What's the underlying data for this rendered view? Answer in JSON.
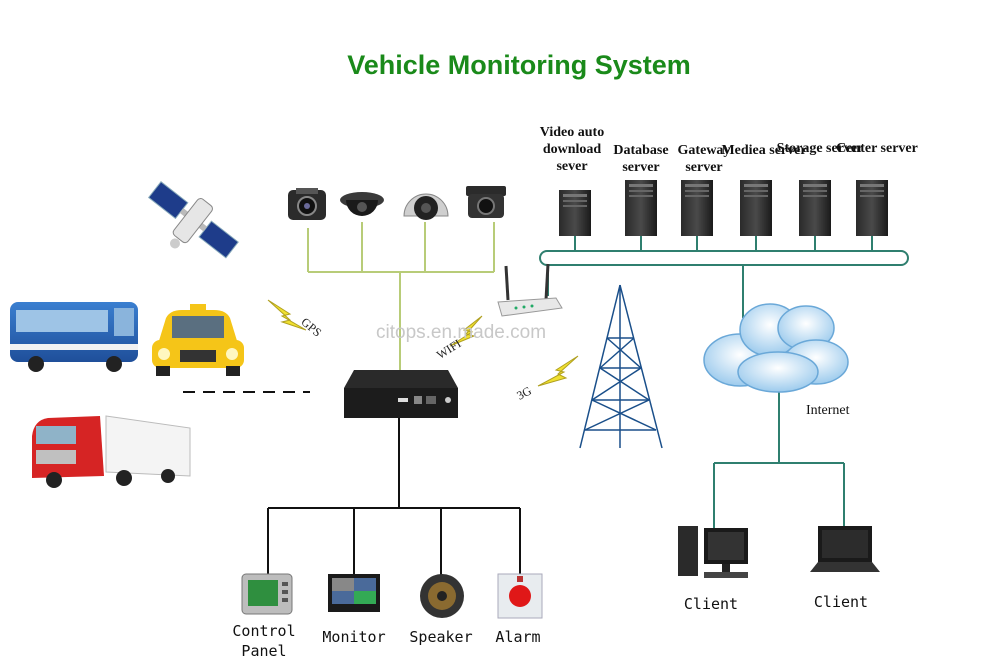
{
  "title": "Vehicle Monitoring System",
  "watermark": "citops.en.made.com",
  "servers": [
    {
      "label": "Video auto download sever",
      "icon": "server-icon"
    },
    {
      "label": "Database server",
      "icon": "server-icon"
    },
    {
      "label": "Gateway server",
      "icon": "server-icon"
    },
    {
      "label": "Mediea server",
      "icon": "server-icon"
    },
    {
      "label": "Storage server",
      "icon": "server-icon"
    },
    {
      "label": "Center server",
      "icon": "server-icon"
    }
  ],
  "links": {
    "gps": "GPS",
    "wifi": "WIFI",
    "threeg": "3G",
    "internet": "Internet"
  },
  "devices": [
    {
      "label": "Control Panel",
      "icon": "control-panel-icon"
    },
    {
      "label": "Monitor",
      "icon": "monitor-icon"
    },
    {
      "label": "Speaker",
      "icon": "speaker-icon"
    },
    {
      "label": "Alarm",
      "icon": "alarm-icon"
    }
  ],
  "clients": [
    {
      "label": "Client",
      "icon": "desktop-computer-icon"
    },
    {
      "label": "Client",
      "icon": "laptop-icon"
    }
  ],
  "colors": {
    "title": "#1a8a1a",
    "connector": "#b8cc78",
    "trunk": "#2f7f6f",
    "black_line": "#111111"
  }
}
